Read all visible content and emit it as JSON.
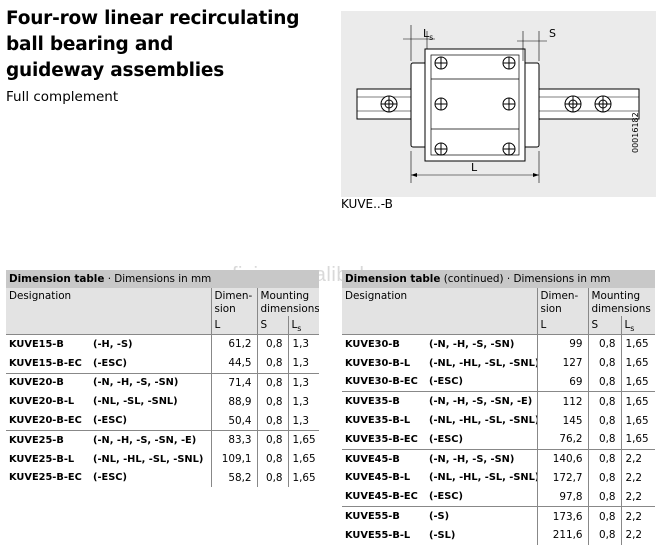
{
  "title_lines": [
    "Four-row linear recirculating",
    "ball bearing and",
    "guideway assemblies"
  ],
  "subtitle": "Full complement",
  "drawing": {
    "caption": "KUVE..-B",
    "label_ls": "Ls",
    "label_s": "S",
    "label_l": "L",
    "drawing_id": "00016182"
  },
  "watermark": "fjxjzc.en.alibaba.com",
  "left_table": {
    "caption_bold": "Dimension table",
    "caption_rest": " · Dimensions in mm",
    "col_designation": "Designation",
    "col_dim_line1": "Dimen-",
    "col_dim_line2": "sion",
    "col_mount_line1": "Mounting",
    "col_mount_line2": "dimensions",
    "sub_l": "L",
    "sub_s": "S",
    "sub_ls": "Ls",
    "rows": [
      {
        "name": "KUVE15-B",
        "variant": "(-H, -S)",
        "L": "61,2",
        "S": "0,8",
        "Ls": "1,3",
        "g": true
      },
      {
        "name": "KUVE15-B-EC",
        "variant": "(-ESC)",
        "L": "44,5",
        "S": "0,8",
        "Ls": "1,3",
        "g": false
      },
      {
        "name": "KUVE20-B",
        "variant": "(-N, -H, -S, -SN)",
        "L": "71,4",
        "S": "0,8",
        "Ls": "1,3",
        "g": true
      },
      {
        "name": "KUVE20-B-L",
        "variant": "(-NL, -SL, -SNL)",
        "L": "88,9",
        "S": "0,8",
        "Ls": "1,3",
        "g": false
      },
      {
        "name": "KUVE20-B-EC",
        "variant": "(-ESC)",
        "L": "50,4",
        "S": "0,8",
        "Ls": "1,3",
        "g": false
      },
      {
        "name": "KUVE25-B",
        "variant": "(-N, -H, -S, -SN, -E)",
        "L": "83,3",
        "S": "0,8",
        "Ls": "1,65",
        "g": true
      },
      {
        "name": "KUVE25-B-L",
        "variant": "(-NL, -HL, -SL, -SNL)",
        "L": "109,1",
        "S": "0,8",
        "Ls": "1,65",
        "g": false
      },
      {
        "name": "KUVE25-B-EC",
        "variant": "(-ESC)",
        "L": "58,2",
        "S": "0,8",
        "Ls": "1,65",
        "g": false
      }
    ]
  },
  "right_table": {
    "caption_bold": "Dimension table",
    "caption_rest": " (continued) · Dimensions in mm",
    "col_designation": "Designation",
    "col_dim_line1": "Dimen-",
    "col_dim_line2": "sion",
    "col_mount_line1": "Mounting",
    "col_mount_line2": "dimensions",
    "sub_l": "L",
    "sub_s": "S",
    "sub_ls": "Ls",
    "rows": [
      {
        "name": "KUVE30-B",
        "variant": "(-N, -H, -S, -SN)",
        "L": "99",
        "S": "0,8",
        "Ls": "1,65",
        "g": true
      },
      {
        "name": "KUVE30-B-L",
        "variant": "(-NL, -HL, -SL, -SNL)",
        "L": "127",
        "S": "0,8",
        "Ls": "1,65",
        "g": false
      },
      {
        "name": "KUVE30-B-EC",
        "variant": "(-ESC)",
        "L": "69",
        "S": "0,8",
        "Ls": "1,65",
        "g": false
      },
      {
        "name": "KUVE35-B",
        "variant": "(-N, -H, -S, -SN, -E)",
        "L": "112",
        "S": "0,8",
        "Ls": "1,65",
        "g": true
      },
      {
        "name": "KUVE35-B-L",
        "variant": "(-NL, -HL, -SL, -SNL)",
        "L": "145",
        "S": "0,8",
        "Ls": "1,65",
        "g": false
      },
      {
        "name": "KUVE35-B-EC",
        "variant": "(-ESC)",
        "L": "76,2",
        "S": "0,8",
        "Ls": "1,65",
        "g": false
      },
      {
        "name": "KUVE45-B",
        "variant": "(-N, -H, -S, -SN)",
        "L": "140,6",
        "S": "0,8",
        "Ls": "2,2",
        "g": true
      },
      {
        "name": "KUVE45-B-L",
        "variant": "(-NL, -HL, -SL, -SNL)",
        "L": "172,7",
        "S": "0,8",
        "Ls": "2,2",
        "g": false
      },
      {
        "name": "KUVE45-B-EC",
        "variant": "(-ESC)",
        "L": "97,8",
        "S": "0,8",
        "Ls": "2,2",
        "g": false
      },
      {
        "name": "KUVE55-B",
        "variant": "(-S)",
        "L": "173,6",
        "S": "0,8",
        "Ls": "2,2",
        "g": true
      },
      {
        "name": "KUVE55-B-L",
        "variant": "(-SL)",
        "L": "211,6",
        "S": "0,8",
        "Ls": "2,2",
        "g": false
      }
    ]
  }
}
